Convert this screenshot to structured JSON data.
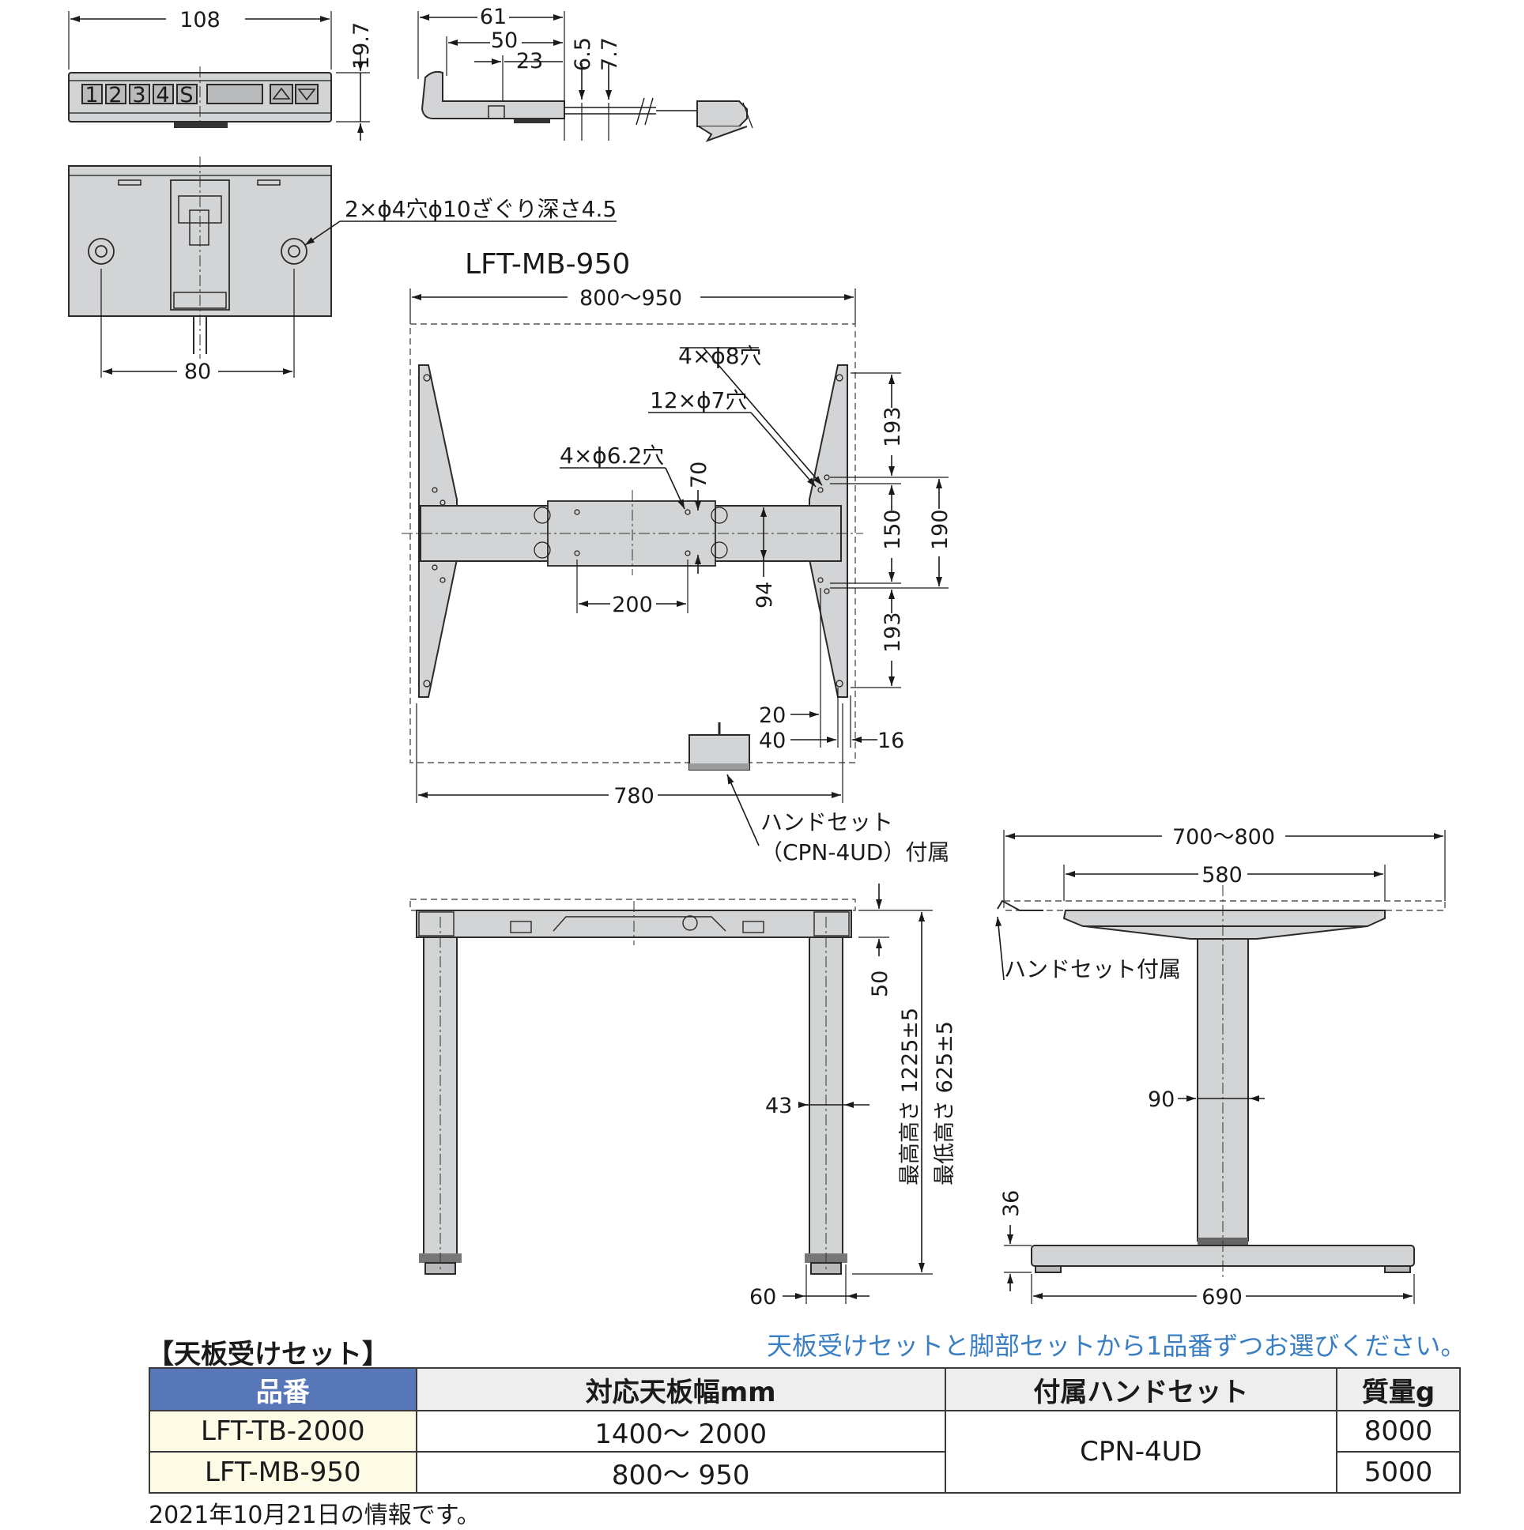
{
  "handset_top": {
    "width": "108",
    "height": "19.7",
    "buttons": [
      "1",
      "2",
      "3",
      "4",
      "S"
    ]
  },
  "handset_side": {
    "dim_61": "61",
    "dim_50": "50",
    "dim_23": "23",
    "dim_6_5": "6.5",
    "dim_7_7": "7.7"
  },
  "handset_bottom": {
    "hole_note": "2×ϕ4穴ϕ10ざぐり深さ4.5",
    "pitch": "80"
  },
  "plan_view": {
    "model": "LFT-MB-950",
    "width_range": "800〜950",
    "holes_8": "4×ϕ8穴",
    "holes_7": "12×ϕ7穴",
    "holes_6_2": "4×ϕ6.2穴",
    "dim_70": "70",
    "dim_200": "200",
    "dim_94": "94",
    "dim_193_top": "193",
    "dim_150": "150",
    "dim_190": "190",
    "dim_193_bottom": "193",
    "dim_20": "20",
    "dim_40": "40",
    "dim_16": "16",
    "dim_780": "780",
    "handset_note_line1": "ハンドセット",
    "handset_note_line2": "（CPN-4UD）付属"
  },
  "front_view": {
    "dim_50": "50",
    "max_height": "最高高さ 1225±5",
    "min_height": "最低高さ 625±5",
    "dim_43": "43",
    "dim_60": "60"
  },
  "side_view": {
    "range": "700〜800",
    "dim_580": "580",
    "handset_note": "ハンドセット付属",
    "dim_90": "90",
    "dim_36": "36",
    "dim_690": "690"
  },
  "table": {
    "title": "【天板受けセット】",
    "note": "天板受けセットと脚部セットから1品番ずつお選びください。",
    "headers": [
      "品番",
      "対応天板幅mm",
      "付属ハンドセット",
      "質量g"
    ],
    "rows": [
      {
        "model": "LFT-TB-2000",
        "width": "1400〜 2000",
        "mass": "8000"
      },
      {
        "model": "LFT-MB-950",
        "width": "800〜 950",
        "mass": "5000"
      }
    ],
    "handset": "CPN-4UD"
  },
  "date_note": "2021年10月21日の情報です。"
}
